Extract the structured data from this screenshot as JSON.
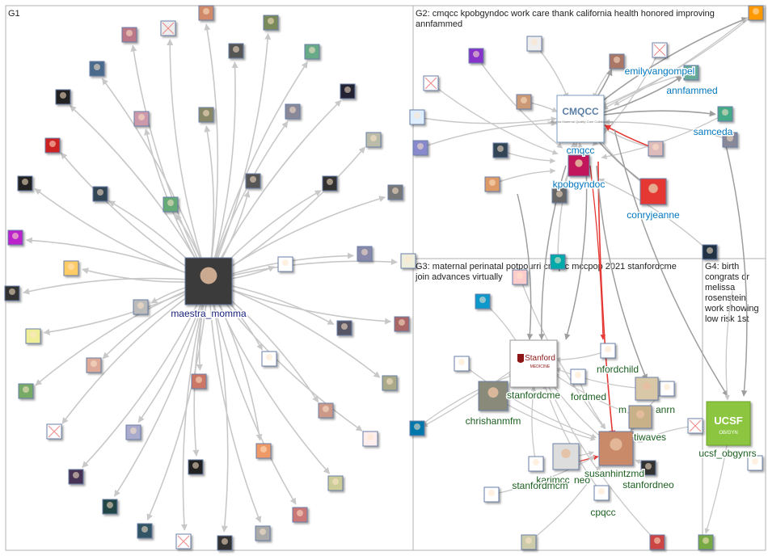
{
  "groups": [
    {
      "id": "G1",
      "title": "G1",
      "title_lines": [
        "G1"
      ]
    },
    {
      "id": "G2",
      "title": "G2: cmqcc kpobgyndoc work care thank california health honored improving annfammed",
      "title_lines": [
        "G2: cmqcc kpobgyndoc work care thank california health honored improving",
        "annfammed"
      ]
    },
    {
      "id": "G3",
      "title": "G3: maternal perinatal potpourri cmqcc mccpop 2021 stanfordcme join advances virtually",
      "title_lines": [
        "G3: maternal perinatal potpourri cmqcc mccpop 2021 stanfordcme",
        "join advances virtually"
      ]
    },
    {
      "id": "G4",
      "title": "G4: birth congrats dr melissa rosenstein work showing low risk 1st",
      "title_lines": [
        "G4: birth",
        "congrats dr",
        "melissa",
        "rosenstein",
        "work showing",
        "low risk 1st"
      ]
    }
  ],
  "labels": {
    "maestra_momma": "maestra_momma",
    "cmqcc": "cmqcc",
    "cmqcc_logo_title": "CMQCC",
    "cmqcc_logo_sub": "California Maternal Quality Care Collaborative",
    "kpobgyndoc": "kpobgyndoc",
    "emilyvangompel": "emilyvangompel",
    "annfammed": "annfammed",
    "samceda": "samceda",
    "conryjeanne": "conryjeanne",
    "stanfordcme": "stanfordcme",
    "stanford_logo_title": "Stanford",
    "stanford_logo_sub": "MEDICINE",
    "chrishanmfm": "chrishanmfm",
    "stanfordchild": "nfordchild",
    "stanfordmed": "fordmed",
    "mnanrn": "m",
    "mnanrn2": "anrn",
    "tiwaves": "tiwaves",
    "karimcc": "karimcc",
    "karimcc2": "neo",
    "stanfordmcm": "stanfordmcm",
    "susanhintzmd": "susanhintzmd",
    "stanfordneo": "stanfordneo",
    "cpqcc": "cpqcc",
    "ucsf_obgynrs": "ucsf_obgynrs",
    "ucsf_logo_title": "UCSF",
    "ucsf_logo_sub": "OB/GYN"
  },
  "colors": {
    "g1_label": "#1a237e",
    "g2_label": "#0277bd",
    "g3_label": "#1b5e20",
    "edge": "#c8c8c8",
    "edge_dark": "#9e9e9e",
    "edge_red": "#e53935",
    "border": "#b0b0b0",
    "ucsf_green": "#8cc63f",
    "stanford_red": "#8c1515"
  }
}
